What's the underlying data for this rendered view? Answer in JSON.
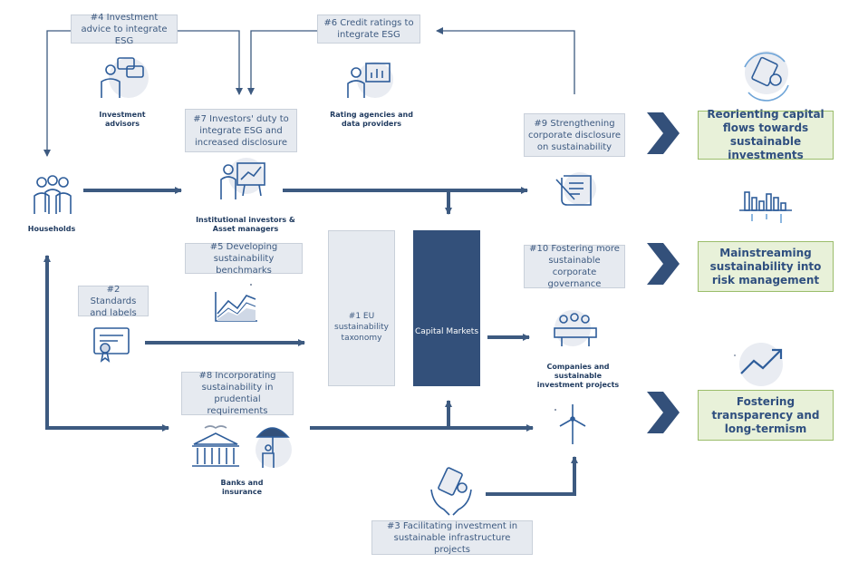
{
  "colors": {
    "arrow": "#3d5a80",
    "box_fill": "#e6eaf0",
    "outcome_fill": "#e8f1d9",
    "outcome_border": "#9bbd6b",
    "capital_markets": "#33507a"
  },
  "actions": {
    "a4": "#4 Investment advice to integrate ESG",
    "a6": "#6 Credit ratings to integrate ESG",
    "a7": "#7 Investors' duty to integrate ESG and increased disclosure",
    "a9": "#9 Strengthening corporate disclosure on sustainability",
    "a5": "#5 Developing sustainability benchmarks",
    "a10": "#10 Fostering more sustainable corporate governance",
    "a2": "#2 Standards and labels",
    "a8": "#8 Incorporating sustainability in prudential requirements",
    "a3": "#3 Facilitating investment in sustainable infrastructure projects",
    "a1": "#1 EU sustainability taxonomy"
  },
  "actors": {
    "investment_advisors": "Investment advisors",
    "rating_agencies": "Rating agencies and data providers",
    "households": "Households",
    "institutional": "Institutional investors & Asset managers",
    "banks": "Banks and insurance",
    "companies": "Companies and sustainable investment projects",
    "capital_markets": "Capital Markets"
  },
  "outcomes": {
    "o1": "Reorienting capital flows towards sustainable investments",
    "o2": "Mainstreaming sustainability into risk management",
    "o3": "Fostering transparency and long-termism"
  },
  "icons": [
    "advisor-icon",
    "rating-agency-icon",
    "households-icon",
    "investor-presentation-icon",
    "document-sign-icon",
    "benchmark-chart-icon",
    "eu-stars-icon",
    "money-stack-icon",
    "meeting-icon",
    "certificate-icon",
    "bank-icon",
    "umbrella-person-icon",
    "wind-turbine-icon",
    "hands-euro-icon",
    "euro-coins-cycle-icon",
    "bar-chart-icon",
    "trend-arrow-icon",
    "chevron-right-icon"
  ]
}
